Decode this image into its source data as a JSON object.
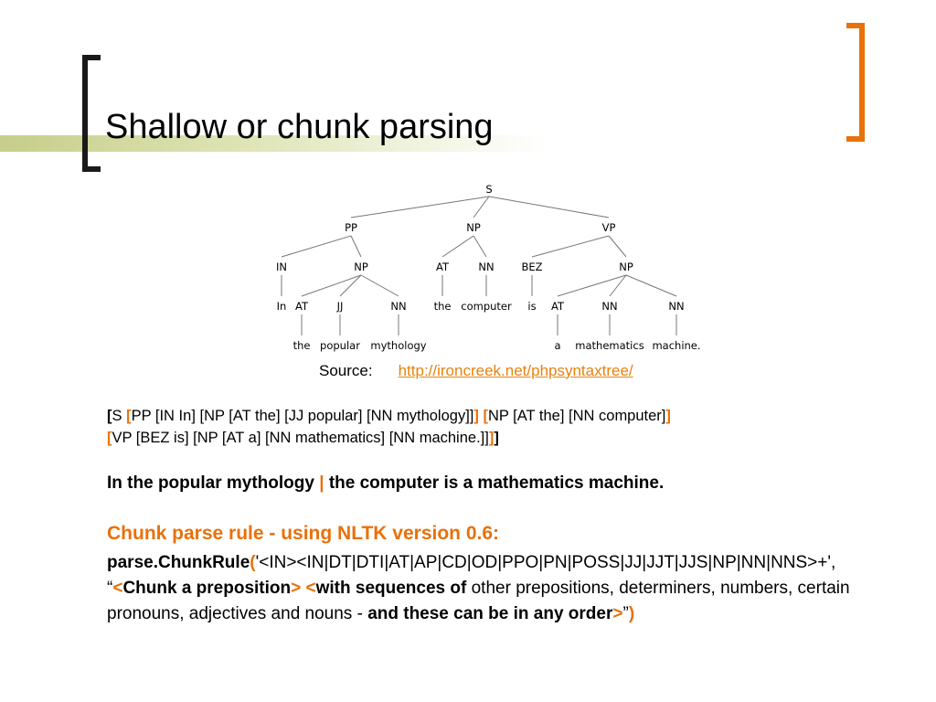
{
  "slide": {
    "title": "Shallow or chunk parsing",
    "accent_color": "#e8710a",
    "bracket_color": "#1a1a1a"
  },
  "tree": {
    "labels": {
      "S": "S",
      "PP": "PP",
      "NP_mid": "NP",
      "VP": "VP",
      "IN": "IN",
      "NP_pp": "NP",
      "AT_mid": "AT",
      "NN_mid": "NN",
      "BEZ": "BEZ",
      "NP_vp": "NP",
      "w_In": "In",
      "AT_pp": "AT",
      "JJ": "JJ",
      "NN_pp": "NN",
      "w_the_mid": "the",
      "w_computer": "computer",
      "w_is": "is",
      "AT_vp": "AT",
      "NN_vp1": "NN",
      "NN_vp2": "NN",
      "w_the_pp": "the",
      "w_popular": "popular",
      "w_mythology": "mythology",
      "w_a": "a",
      "w_mathematics": "mathematics",
      "w_machine": "machine."
    }
  },
  "source": {
    "label": "Source:",
    "link": "http://ironcreek.net/phpsyntaxtree/"
  },
  "bracketed": {
    "ob1": "[",
    "s": "S ",
    "ob2": "[",
    "pp": "PP [IN In] [NP [AT the] [JJ popular] [NN mythology]]",
    "cb2": "]",
    "sp1": " ",
    "ob3": "[",
    "np": "NP [AT the] [NN computer]",
    "cb3": "]",
    "ob4": "[",
    "vp": "VP [BEZ is] [NP [AT a] [NN mathematics] [NN machine.]]",
    "cb4": "]",
    "cb1": "]"
  },
  "sentence": {
    "part1": "In the popular mythology ",
    "sep": "|",
    "part2": " the computer is a mathematics machine."
  },
  "rule": {
    "heading": "Chunk parse rule - using NLTK version 0.6:",
    "fn": "parse.ChunkRule",
    "open_paren": "(",
    "pattern": "'<IN><IN|DT|DTI|AT|AP|CD|OD|PPO|PN|POSS|JJ|JJT|JJS|NP|NN|NNS>+', “",
    "lt1": "<",
    "chunk_prep": "Chunk a preposition",
    "gt1": ">",
    "sp": " ",
    "lt2": "<",
    "with_seq": "with sequences of",
    "rest": " other prepositions, determiners, numbers, certain pronouns, adjectives and nouns - ",
    "order": "and these can be in any order",
    "gt2": ">",
    "close_quote": "”",
    "close_paren": ")"
  }
}
